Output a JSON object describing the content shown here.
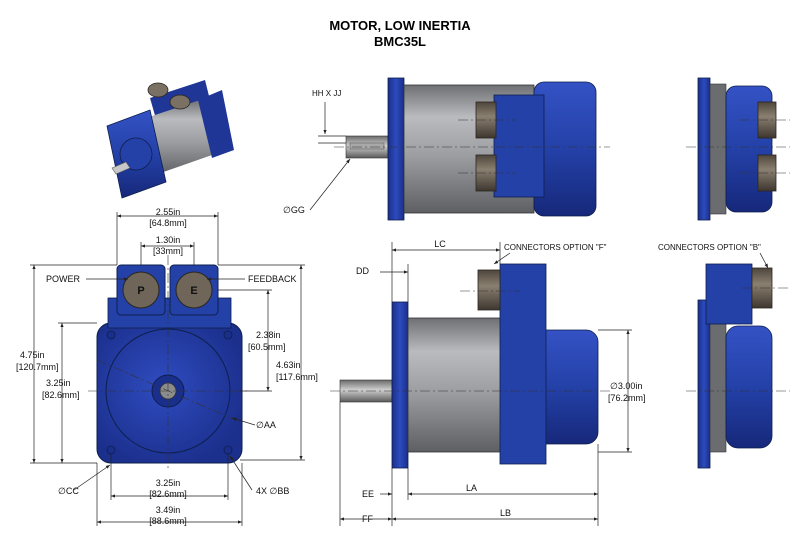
{
  "title": "MOTOR, LOW INERTIA",
  "model": "BMC35L",
  "colors": {
    "body": "#2540a8",
    "housing": "#9a9ca0",
    "connector": "#6f6558",
    "line": "#222222"
  },
  "front_view": {
    "width_outer": {
      "in": "2.55in",
      "mm": "[64.8mm]"
    },
    "width_inner": {
      "in": "1.30in",
      "mm": "[33mm]"
    },
    "power_label": "POWER",
    "feedback_label": "FEEDBACK",
    "power_letter": "P",
    "feedback_letter": "E",
    "height_total": {
      "in": "4.75in",
      "mm": "[120.7mm]"
    },
    "height_flange": {
      "in": "3.25in",
      "mm": "[82.6mm]"
    },
    "conn_offset": {
      "in": "2.38in",
      "mm": "[60.5mm]"
    },
    "height_right": {
      "in": "4.63in",
      "mm": "[117.6mm]"
    },
    "aa_label": "∅AA",
    "cc_label": "∅CC",
    "bb_label": "4X ∅BB",
    "bolt_spacing": {
      "in": "3.25in",
      "mm": "[82.6mm]"
    },
    "flange_width": {
      "in": "3.49in",
      "mm": "[88.6mm]"
    }
  },
  "side_view": {
    "hh_label": "HH X JJ",
    "gg_label": "∅GG",
    "lc_label": "LC",
    "dd_label": "DD",
    "connectors_f": "CONNECTORS OPTION \"F\"",
    "connectors_b": "CONNECTORS OPTION \"B\"",
    "body_dia": {
      "in": "∅3.00in",
      "mm": "[76.2mm]"
    },
    "ee_label": "EE",
    "la_label": "LA",
    "ff_label": "FF",
    "lb_label": "LB"
  }
}
